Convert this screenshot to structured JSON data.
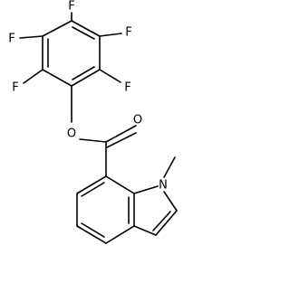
{
  "molecule": {
    "atom_labels": {
      "f1": "F",
      "f2": "F",
      "f3": "F",
      "f4": "F",
      "f5": "F",
      "ester_o": "O",
      "carbonyl_o": "O",
      "indole_n": "N"
    }
  }
}
